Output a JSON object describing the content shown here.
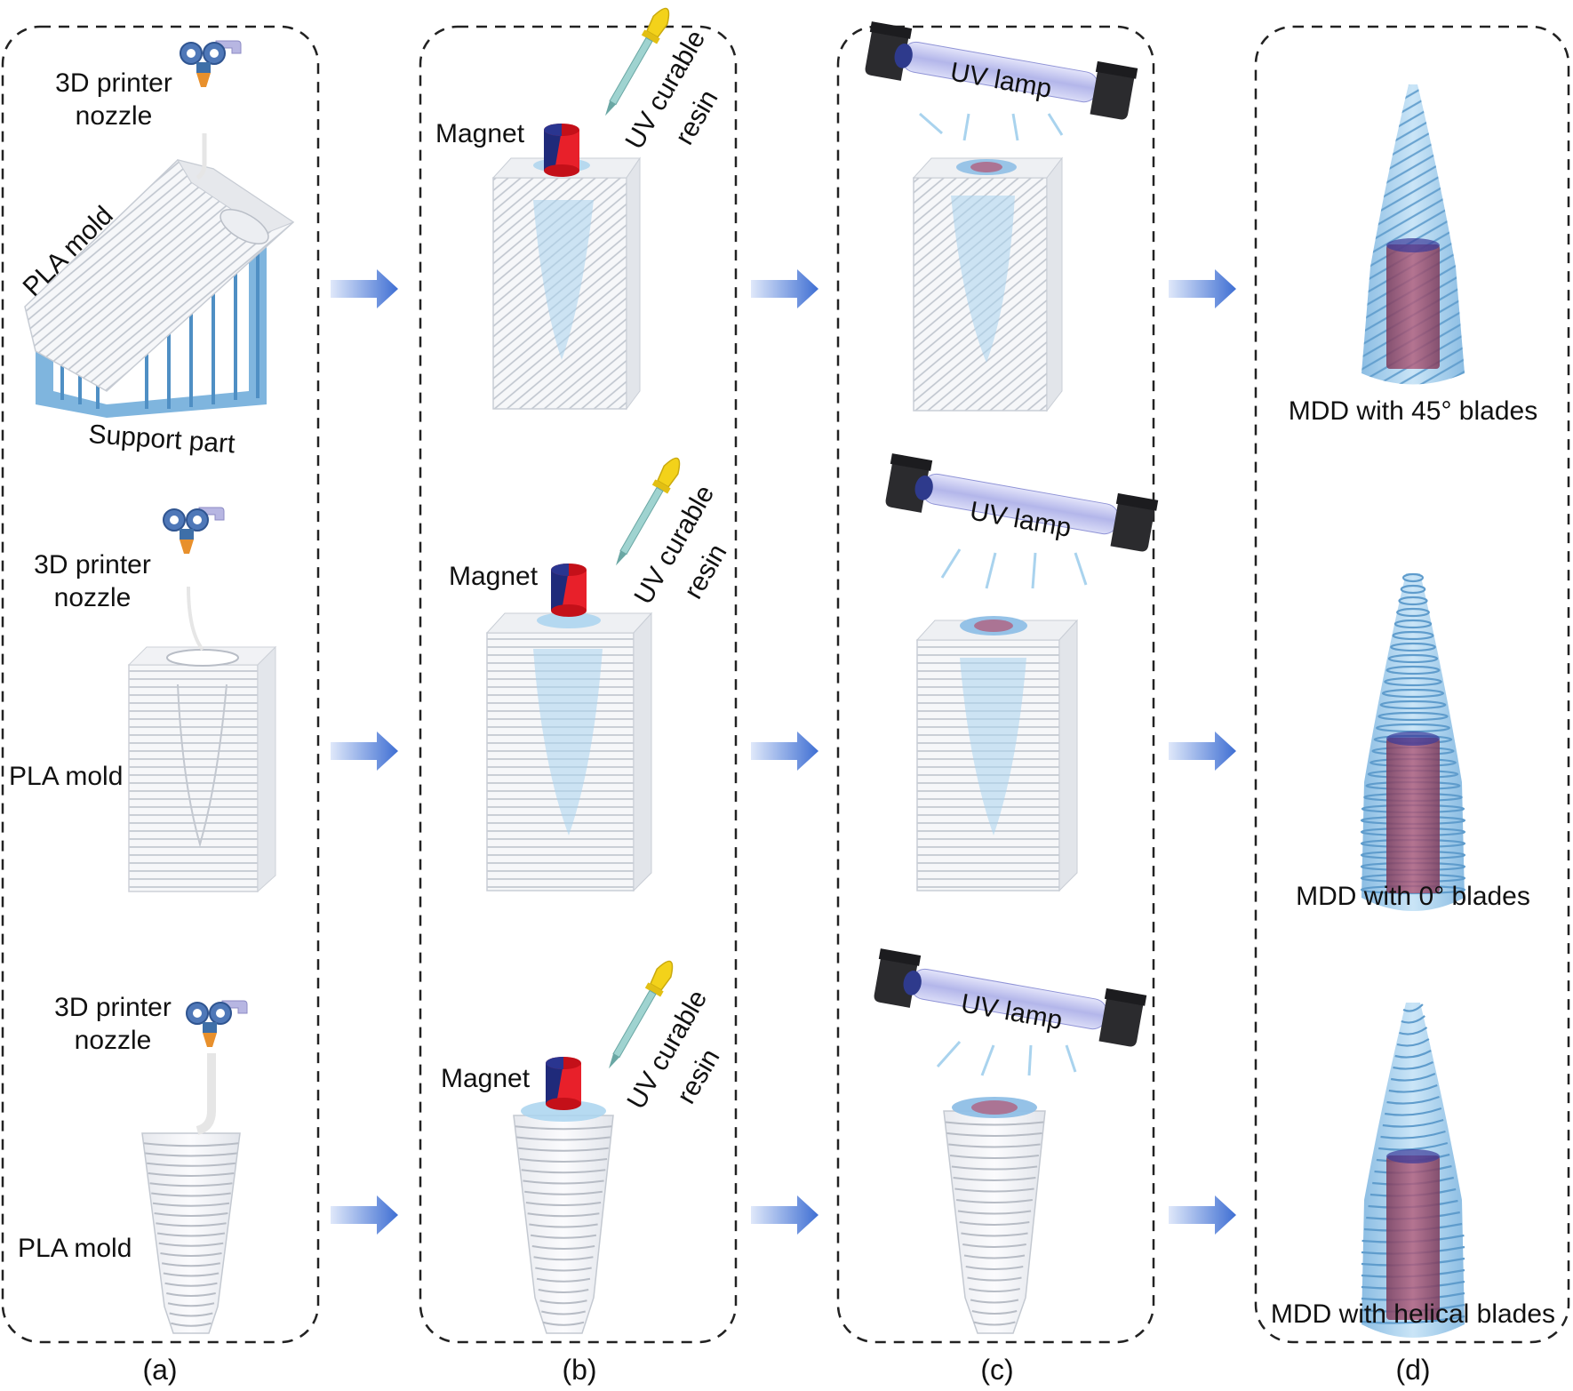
{
  "colors": {
    "panel_border": "#222222",
    "arrow": "#4a78d6",
    "support_blue": "#6ea9d8",
    "pla_white": "#f4f5f7",
    "pla_line": "#c9ced6",
    "magnet_red": "#e8202a",
    "magnet_navy": "#1f2a7a",
    "resin_blue": "#a9d3ee",
    "lamp_dark": "#2b2b2e",
    "lamp_tube": "#c6c9f0",
    "dropper_yellow": "#f3d21a",
    "dropper_teal": "#8ec9c8",
    "nozzle_lavender": "#a9a8d8",
    "nozzle_orange": "#e5902c",
    "device_blue": "#a8d1ef",
    "device_core": "#9a4d6e"
  },
  "icons": {
    "nozzle": "3d-printer-nozzle-icon",
    "dropper": "dropper-icon",
    "lamp": "uv-lamp-icon",
    "magnet": "magnet-icon",
    "arrow": "right-arrow-icon"
  },
  "panel_labels": [
    "(a)",
    "(b)",
    "(c)",
    "(d)"
  ],
  "panel_a": {
    "row1": {
      "nozzle_label_1": "3D printer",
      "nozzle_label_2": "nozzle",
      "mold_label": "PLA mold",
      "support_label": "Support part"
    },
    "row2": {
      "nozzle_label_1": "3D printer",
      "nozzle_label_2": "nozzle",
      "mold_label": "PLA mold"
    },
    "row3": {
      "nozzle_label_1": "3D printer",
      "nozzle_label_2": "nozzle",
      "mold_label": "PLA mold"
    }
  },
  "panel_b": {
    "magnet_label": "Magnet",
    "resin_label_1": "UV curable",
    "resin_label_2": "resin"
  },
  "panel_c": {
    "lamp_label": "UV lamp"
  },
  "panel_d": {
    "device_1": "MDD with 45° blades",
    "device_2": "MDD with 0° blades",
    "device_3": "MDD with helical blades"
  }
}
